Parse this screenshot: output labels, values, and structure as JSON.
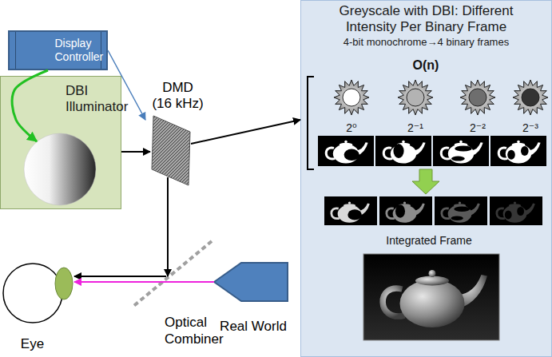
{
  "diagram": {
    "nodes": [
      {
        "text": [
          "Display Controller"
        ]
      },
      {
        "text": [
          "DBI Illuminator"
        ]
      },
      {
        "text": [
          "DMD (16 kHz)"
        ]
      },
      {
        "text": [
          "Greyscale with DBI: Different Intensity Per Binary Frame",
          "4-bit monochrome→4 binary frames"
        ]
      },
      {
        "text": [
          "Eye"
        ]
      },
      {
        "text": [
          "Optical Combiner"
        ]
      },
      {
        "text": [
          "Real World"
        ]
      }
    ],
    "edges": [
      {
        "from": 0,
        "to": 2,
        "arrow": "to"
      },
      {
        "from": 0,
        "to": 1,
        "arrow": "to"
      },
      {
        "from": 1,
        "to": 2,
        "arrow": "to"
      },
      {
        "from": 2,
        "to": 3,
        "arrow": "to"
      },
      {
        "from": 2,
        "to": 5,
        "arrow": "to"
      },
      {
        "from": 5,
        "to": 4,
        "arrow": "to"
      },
      {
        "from": 6,
        "to": 4,
        "arrow": "to"
      }
    ],
    "labels": [
      "O(n)",
      "2⁰",
      "2⁻¹",
      "2⁻²",
      "2⁻³",
      "Integrated Frame"
    ]
  }
}
